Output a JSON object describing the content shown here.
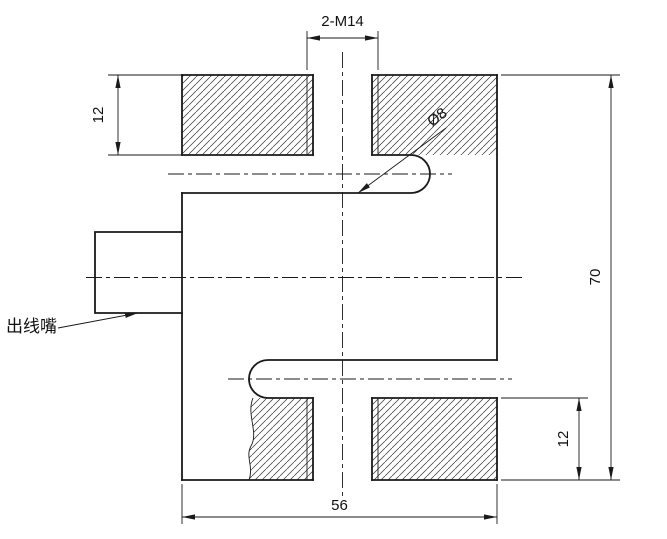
{
  "drawing": {
    "dimensions": {
      "thread_callout": "2-M14",
      "top_thickness": "12",
      "slot_diameter": "Ø8",
      "total_height": "70",
      "bottom_thickness": "12",
      "total_width": "56"
    },
    "annotations": {
      "cable_outlet": "出线嘴"
    },
    "colors": {
      "line": "#1a1a1a",
      "background": "#ffffff"
    }
  }
}
